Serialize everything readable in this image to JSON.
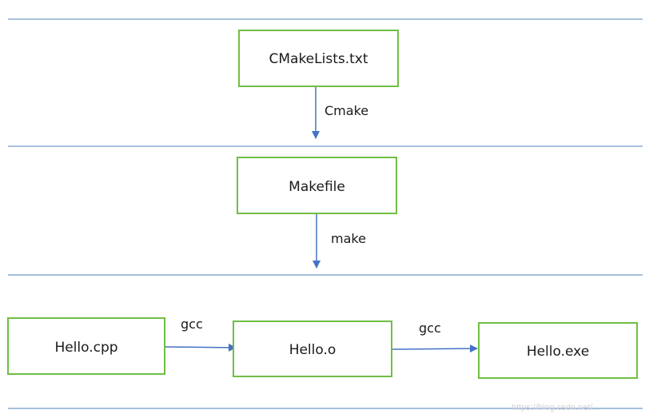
{
  "nodes": {
    "cmakelists": "CMakeLists.txt",
    "makefile": "Makefile",
    "hello_cpp": "Hello.cpp",
    "hello_o": "Hello.o",
    "hello_exe": "Hello.exe"
  },
  "edges": {
    "cmake": "Cmake",
    "make": "make",
    "gcc_compile": "gcc",
    "gcc_link": "gcc"
  },
  "colors": {
    "node_border": "#6fbe44",
    "arrow": "#4472c4",
    "separator": "#4f81bd"
  },
  "watermark": "https://blog.csdn.net/..."
}
